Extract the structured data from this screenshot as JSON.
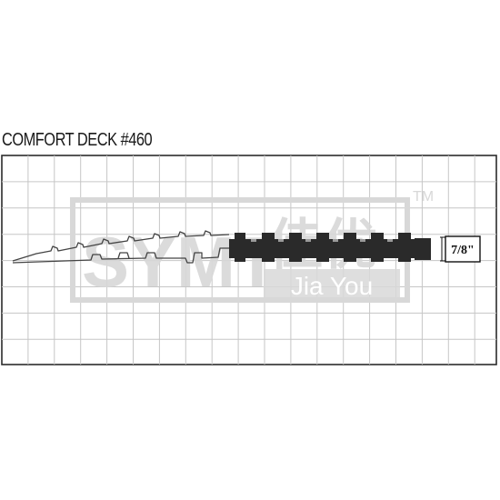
{
  "title": "COMFORT DECK #460",
  "dimension": {
    "label": "7/8\""
  },
  "watermark": {
    "brand": "SYMT",
    "chinese": "佳优",
    "latin": "Jia You",
    "trademark": "TM"
  },
  "colors": {
    "grid": "#c6c6c6",
    "border": "#2b2b2b",
    "profile_fill": "#2a2a2a",
    "profile_outline": "#444444",
    "watermark": "#d8d8d8"
  }
}
